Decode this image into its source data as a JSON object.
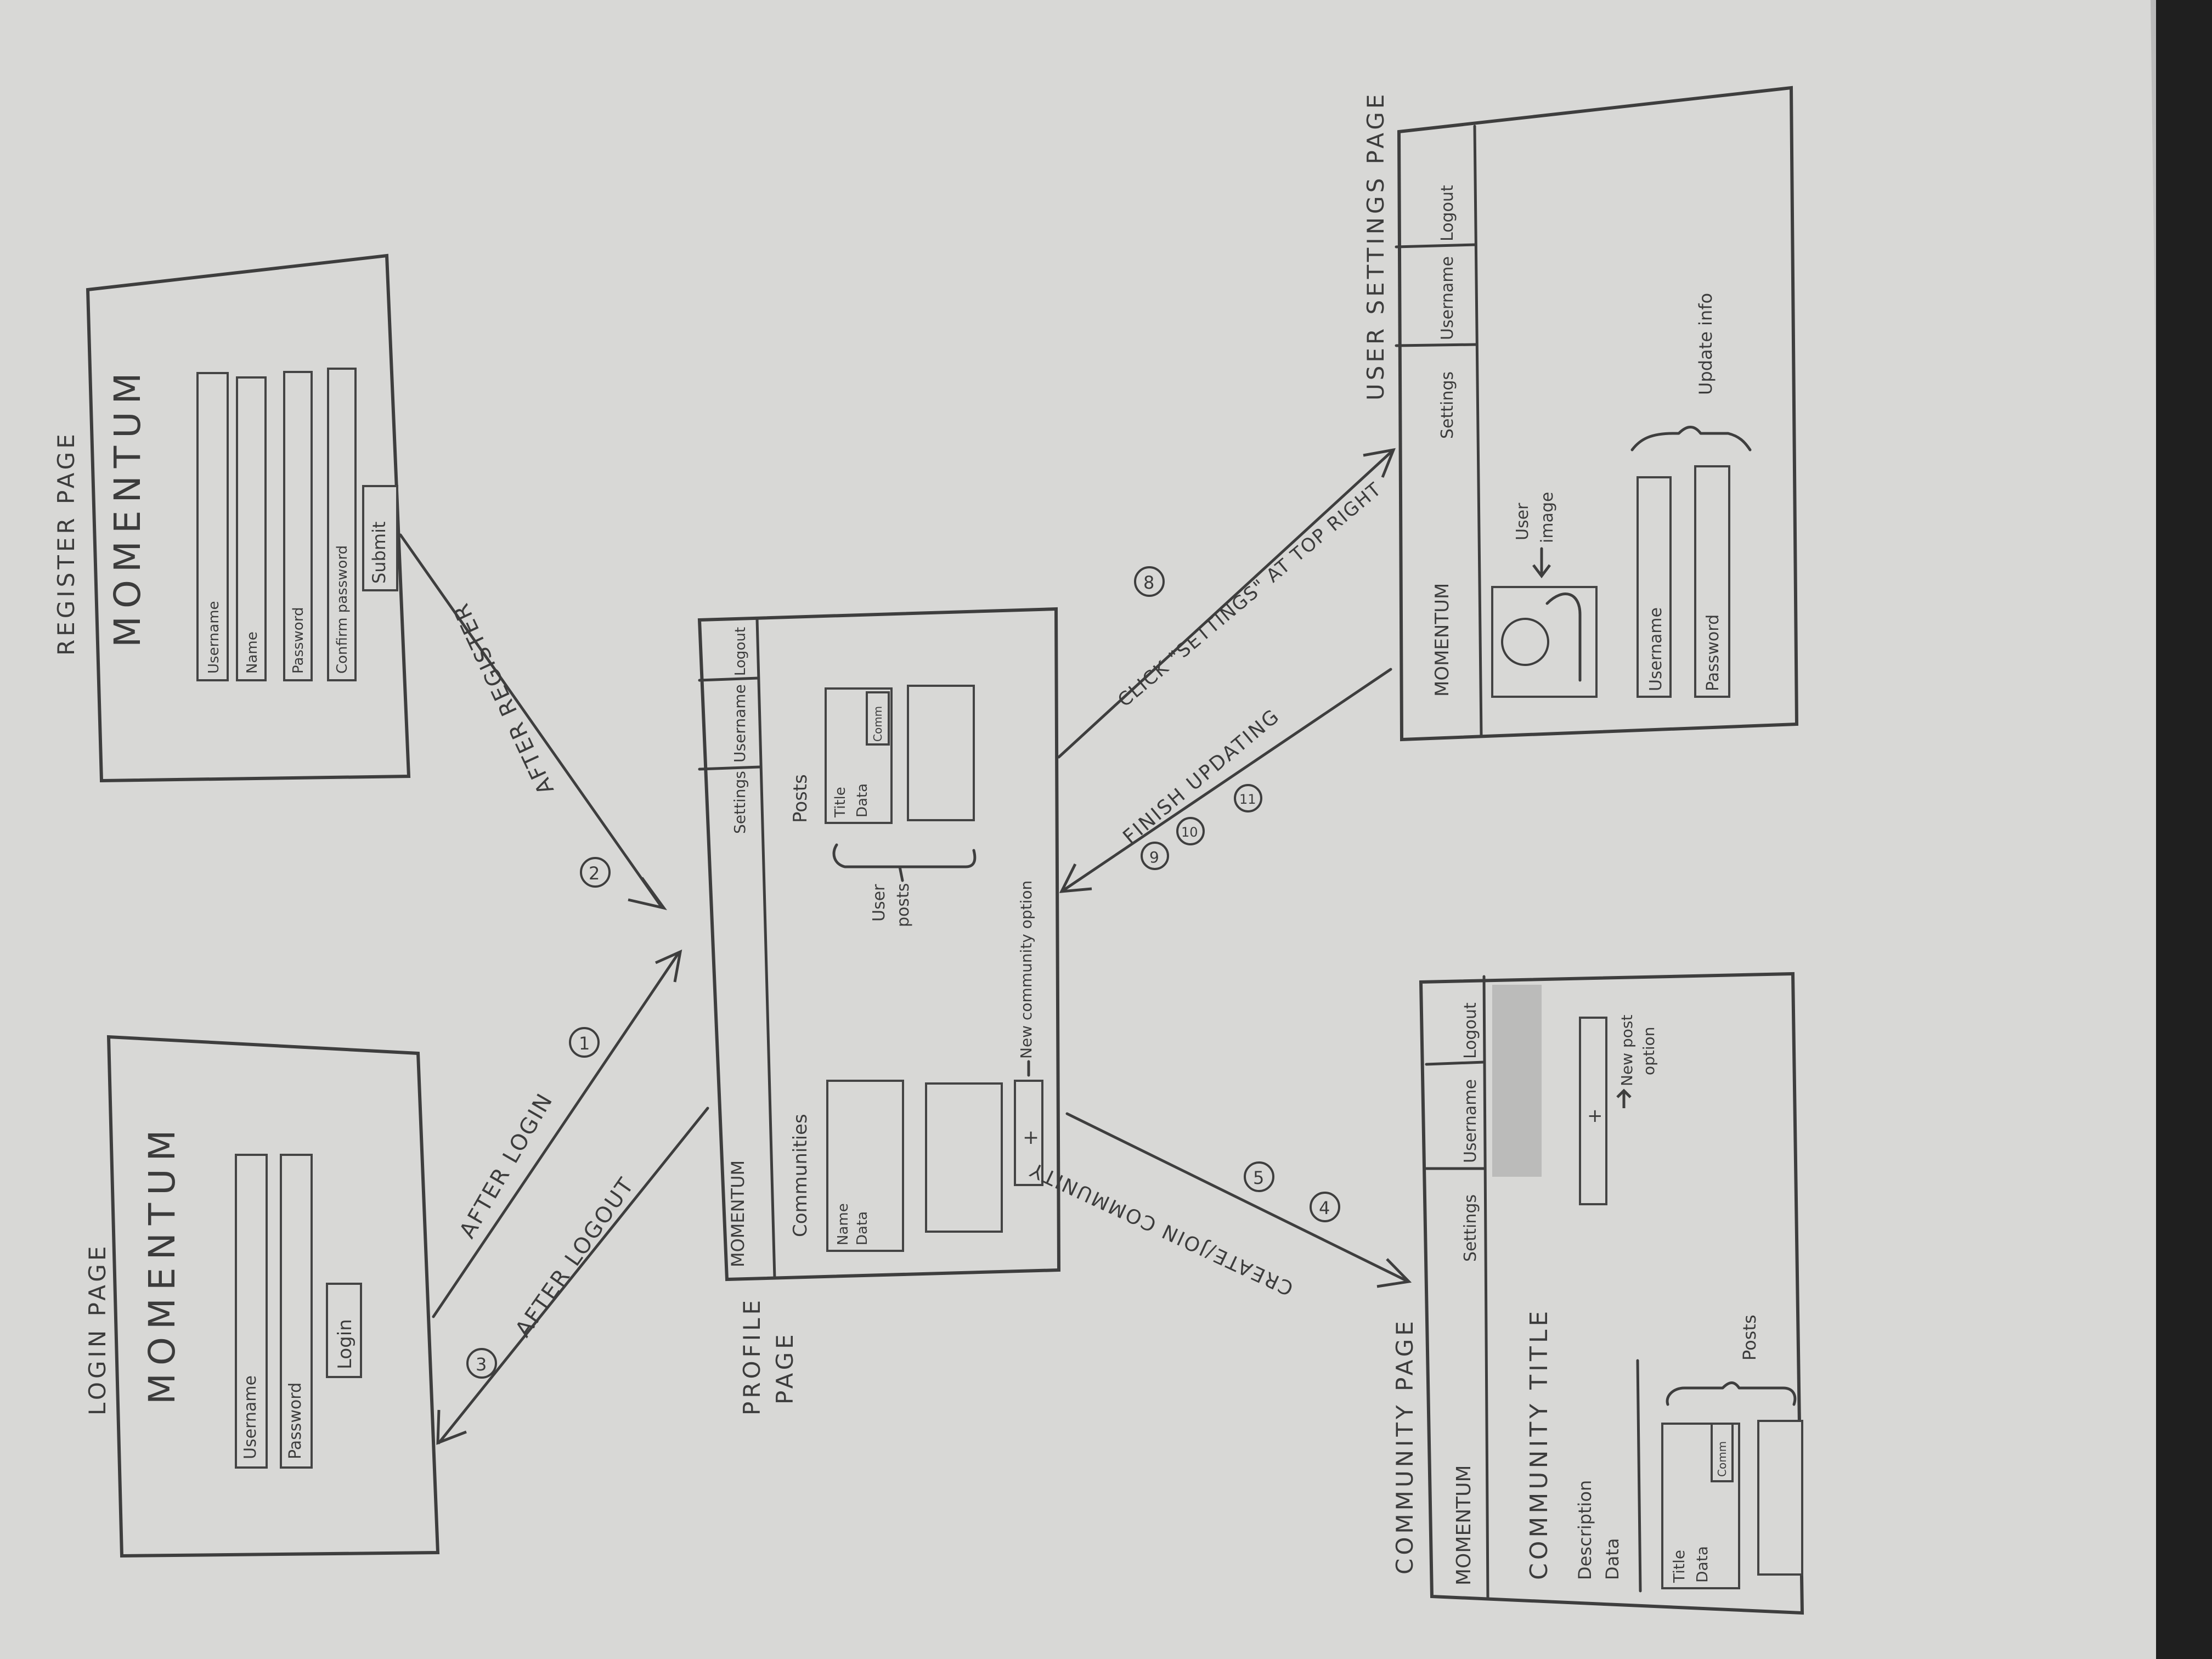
{
  "colors": {
    "paper": "#d8d8d6",
    "ink": "#3e3e3e",
    "background": "#1f1f1f"
  },
  "register": {
    "page_label": "REGISTER PAGE",
    "title": "MOMENTUM",
    "fields": [
      "Username",
      "Name",
      "Password",
      "Confirm password"
    ],
    "submit": "Submit"
  },
  "login": {
    "page_label": "LOGIN PAGE",
    "title": "MOMENTUM",
    "fields": [
      "Username",
      "Password"
    ],
    "button": "Login"
  },
  "profile": {
    "page_label_1": "PROFILE",
    "page_label_2": "PAGE",
    "nav": {
      "brand": "MOMENTUM",
      "settings": "Settings",
      "username": "Username",
      "logout": "Logout"
    },
    "communities_heading": "Communities",
    "community_card": {
      "name": "Name",
      "data": "Data"
    },
    "add": "+",
    "new_community_note": "New community option",
    "posts_heading": "Posts",
    "post_card": {
      "title": "Title",
      "data": "Data",
      "button": "Comm"
    },
    "user_posts_1": "User",
    "user_posts_2": "posts"
  },
  "settings": {
    "page_label": "USER SETTINGS PAGE",
    "nav": {
      "brand": "MOMENTUM",
      "settings": "Settings",
      "username": "Username",
      "logout": "Logout"
    },
    "user_image_1": "User",
    "user_image_2": "image",
    "fields": [
      "Username",
      "Password"
    ],
    "update_note": "Update info"
  },
  "community": {
    "page_label": "COMMUNITY PAGE",
    "nav": {
      "brand": "MOMENTUM",
      "settings": "Settings",
      "username": "Username",
      "logout": "Logout"
    },
    "title": "COMMUNITY TITLE",
    "description": "Description",
    "data": "Data",
    "add": "+",
    "new_post_1": "New post",
    "new_post_2": "option",
    "posts_note": "Posts",
    "post_card": {
      "title": "Title",
      "data": "Data",
      "button": "Comm"
    }
  },
  "arrows": {
    "after_register": {
      "label": "AFTER REGISTER",
      "step": "2"
    },
    "after_login": {
      "label": "AFTER LOGIN",
      "step": "1"
    },
    "after_logout": {
      "label": "AFTER LOGOUT",
      "step": "3"
    },
    "click_settings": {
      "label": "CLICK \"SETTINGS\" AT TOP RIGHT",
      "step": "8"
    },
    "finish_updating": {
      "label": "FINISH UPDATING",
      "steps": [
        "9",
        "10",
        "11"
      ]
    },
    "create_join": {
      "label": "CREATE/JOIN COMMUNITY",
      "steps": [
        "5",
        "4"
      ]
    }
  }
}
